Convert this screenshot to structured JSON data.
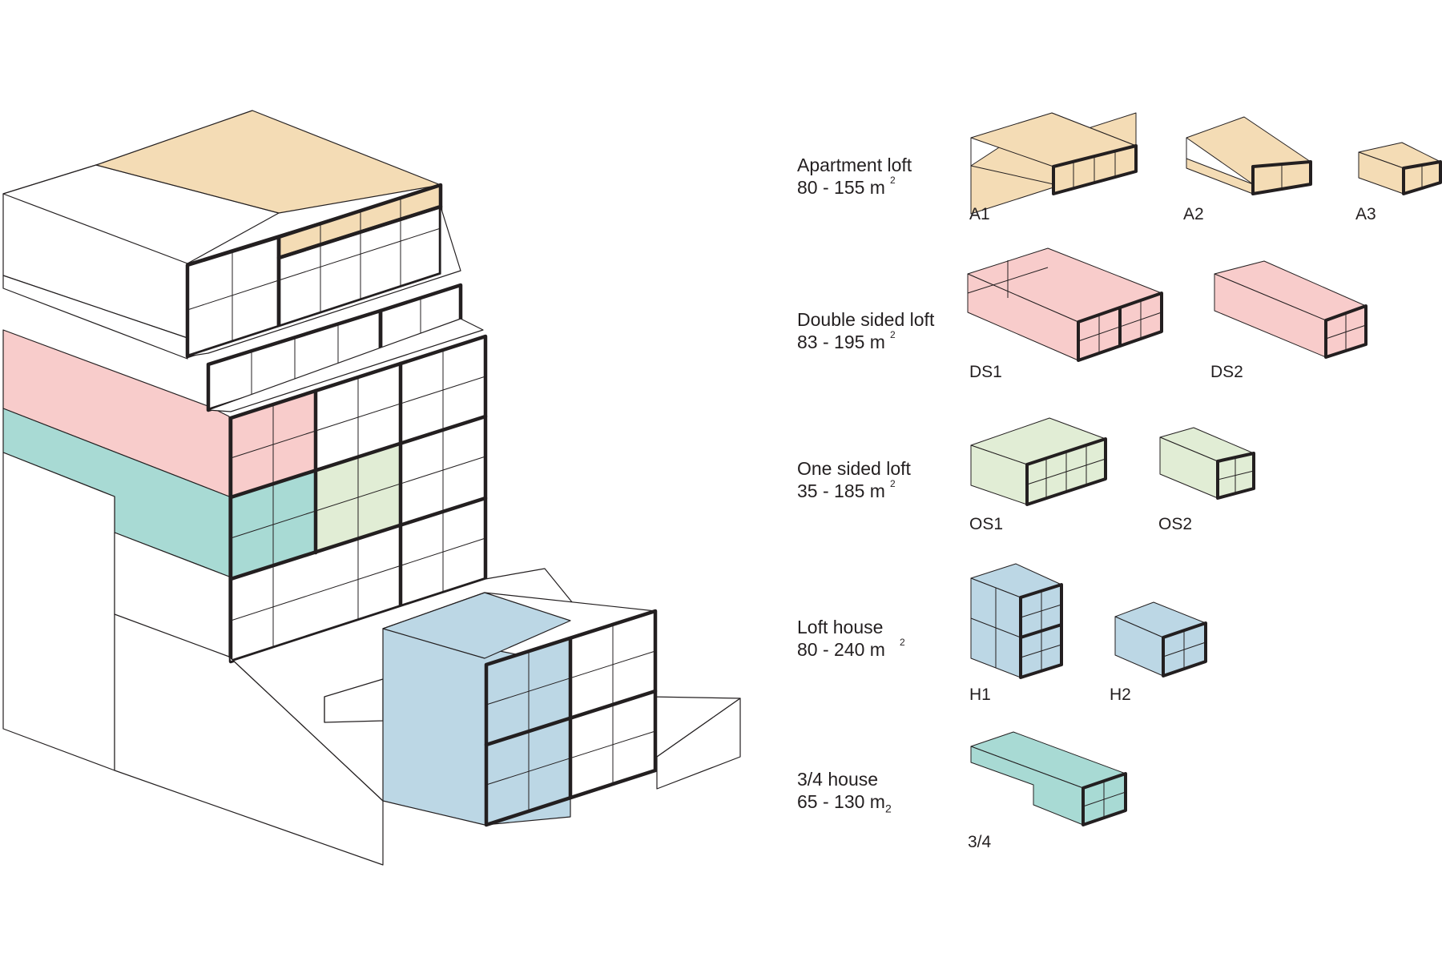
{
  "colors": {
    "apartment_loft": "#f4dcb5",
    "double_sided_loft": "#f8cccb",
    "one_sided_loft": "#e1edd5",
    "loft_house": "#bcd7e5",
    "three_quarter_house": "#a8dad4",
    "outline": "#231f20"
  },
  "categories": [
    {
      "title": "Apartment loft",
      "area": "80 - 155 m",
      "area_sup": "2",
      "color_key": "apartment_loft",
      "units": [
        {
          "code": "A1"
        },
        {
          "code": "A2"
        },
        {
          "code": "A3"
        }
      ]
    },
    {
      "title": "Double sided loft",
      "area": "83 - 195 m",
      "area_sup": "2",
      "color_key": "double_sided_loft",
      "units": [
        {
          "code": "DS1"
        },
        {
          "code": "DS2"
        }
      ]
    },
    {
      "title": "One sided loft",
      "area": "35 - 185 m",
      "area_sup": "2",
      "color_key": "one_sided_loft",
      "units": [
        {
          "code": "OS1"
        },
        {
          "code": "OS2"
        }
      ]
    },
    {
      "title": "Loft house",
      "area": "80 - 240 m",
      "area_sup": "2",
      "color_key": "loft_house",
      "units": [
        {
          "code": "H1"
        },
        {
          "code": "H2"
        }
      ]
    },
    {
      "title": "3/4 house",
      "area": "65 - 130 m",
      "area_sub": "2",
      "color_key": "three_quarter_house",
      "units": [
        {
          "code": "3/4"
        }
      ]
    }
  ]
}
